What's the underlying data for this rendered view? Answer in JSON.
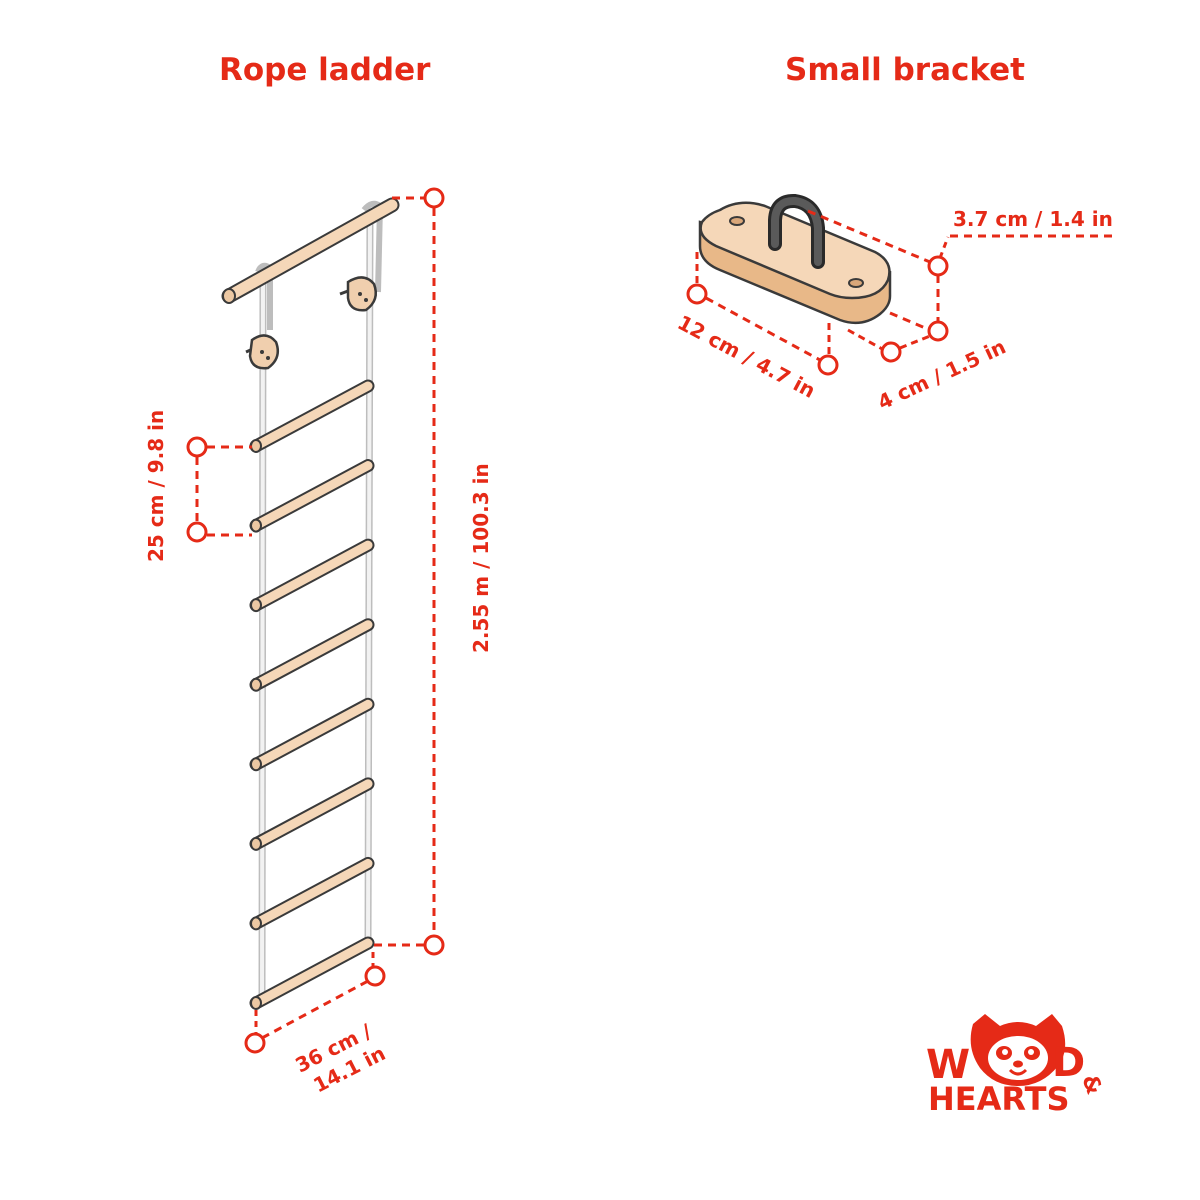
{
  "titles": {
    "ladder": "Rope ladder",
    "bracket": "Small bracket"
  },
  "ladder": {
    "rung_count": 8,
    "dimensions": {
      "rung_spacing": "25 cm / 9.8 in",
      "total_length": "2.55 m / 100.3 in",
      "width_line1": "36 cm /",
      "width_line2": "14.1 in"
    }
  },
  "bracket": {
    "dimensions": {
      "height": "3.7 cm / 1.4 in",
      "length": "12 cm / 4.7 in",
      "width": "4 cm / 1.5 in"
    }
  },
  "logo": {
    "line1_a": "W",
    "line1_b": "D",
    "amp": "&",
    "line2": "HEARTS"
  },
  "colors": {
    "dimension_red": "#e52a17",
    "wood": "#f5d7b8",
    "wood_outline": "#3a3a3a",
    "rope": "#dcdcdc",
    "metal_loop": "#3d3d3d"
  }
}
